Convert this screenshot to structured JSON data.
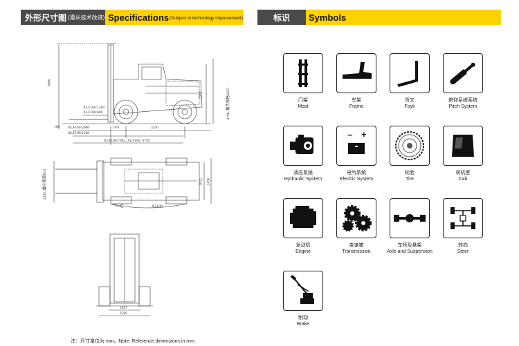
{
  "header_left": {
    "title_cn": "外形尺寸图",
    "title_cn_note": "(遵从技术改进)",
    "title_en": "Specifications",
    "title_en_note": "(Subject to technology improvement)"
  },
  "header_right": {
    "title_cn": "标识",
    "title_en": "Symbols"
  },
  "side_view": {
    "dim_height": "5000",
    "dim_side1": "3380",
    "dim_side2": "4196, 最大规格4835",
    "dim_fork1": "XLF160:1200",
    "dim_fork2": "XLF180:600",
    "dim_ground": "160",
    "dim_len1": "XLF160:2600",
    "dim_len2": "XLF180:1200",
    "dim_overhang": "978",
    "dim_wheelbase": "3250",
    "dim_total": "XLF160:7995, XLF180: 6795"
  },
  "top_view": {
    "dim_width_left": "2395, 最小宽度810",
    "dim_width1": "2011",
    "dim_width2": "2456",
    "dim_radius": "R5100",
    "dim_angle": "8°"
  },
  "front_view": {
    "dim_inner": "1857",
    "dim_outer": "2590"
  },
  "symbols": [
    {
      "cn": "门架",
      "en": "Mast",
      "icon": "mast-icon"
    },
    {
      "cn": "车架",
      "en": "Frame",
      "icon": "frame-icon"
    },
    {
      "cn": "货叉",
      "en": "Foyk",
      "icon": "fork-icon"
    },
    {
      "cn": "俯仰系统系统",
      "en": "Pitch System",
      "icon": "pitch-cylinder-icon"
    },
    {
      "cn": "液压系统",
      "en": "Hydraulic System",
      "icon": "hydraulic-pump-icon"
    },
    {
      "cn": "电气系统",
      "en": "Electric System",
      "icon": "battery-icon"
    },
    {
      "cn": "轮胎",
      "en": "Tire",
      "icon": "tire-icon"
    },
    {
      "cn": "司机室",
      "en": "Cab",
      "icon": "cab-icon"
    },
    {
      "cn": "发动机",
      "en": "Engine",
      "icon": "engine-icon"
    },
    {
      "cn": "变速箱",
      "en": "Transmission",
      "icon": "gears-icon"
    },
    {
      "cn": "车桥及悬架",
      "en": "Axle and Suspension",
      "icon": "axle-icon"
    },
    {
      "cn": "转向",
      "en": "Steer",
      "icon": "steer-icon"
    },
    {
      "cn": "制动",
      "en": "Brake",
      "icon": "brake-pedal-icon"
    }
  ],
  "battery_signs": {
    "minus": "−",
    "plus": "+"
  },
  "footnote": "注：尺寸单位为 mm。Note: Reference dimensions in mm."
}
